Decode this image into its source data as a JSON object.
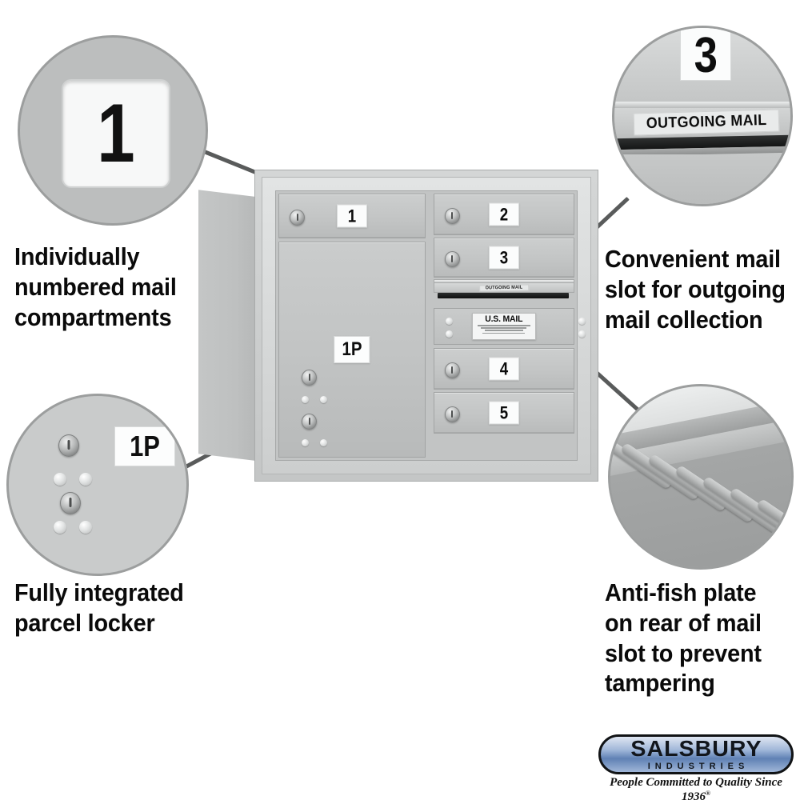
{
  "product": {
    "brand": "Salsbury Industries",
    "tagline": "People Committed to Quality Since 1936",
    "registered_mark": "®",
    "logo_line1": "SALSBURY",
    "logo_line2": "INDUSTRIES"
  },
  "callouts": [
    {
      "id": "numbered-compartments",
      "position": "top-left",
      "caption_lines": [
        "Individually",
        "numbered mail",
        "compartments"
      ],
      "detail_label": "1"
    },
    {
      "id": "outgoing-mail-slot",
      "position": "top-right",
      "caption_lines": [
        "Convenient mail",
        "slot for outgoing",
        "mail collection"
      ],
      "detail_label": "3",
      "slot_text": "OUTGOING MAIL"
    },
    {
      "id": "parcel-locker",
      "position": "bottom-left",
      "caption_lines": [
        "Fully integrated",
        "parcel locker"
      ],
      "detail_label": "1P"
    },
    {
      "id": "anti-fish-plate",
      "position": "bottom-right",
      "caption_lines": [
        "Anti-fish plate",
        "on rear of mail",
        "slot to prevent",
        "tampering"
      ],
      "detail_label": ""
    }
  ],
  "mailbox": {
    "left_column": {
      "top_door_number": "1",
      "parcel_door_label": "1P"
    },
    "right_column": {
      "door_numbers": [
        "2",
        "3",
        "4",
        "5"
      ],
      "outgoing_slot_text": "OUTGOING MAIL",
      "usps_panel_text": "U.S. MAIL"
    }
  },
  "colors": {
    "body_gray": "#c2c4c4",
    "door_gray": "#c9cbcb",
    "frame_gray": "#d4d6d6",
    "callout_gray": "#c9cbcb",
    "callout_border": "#9c9e9e",
    "leader_line": "#595b5b",
    "plate_white": "#fbfcfc",
    "text_black": "#0a0a0a",
    "logo_blue": "#5f81b4",
    "background": "#ffffff"
  }
}
